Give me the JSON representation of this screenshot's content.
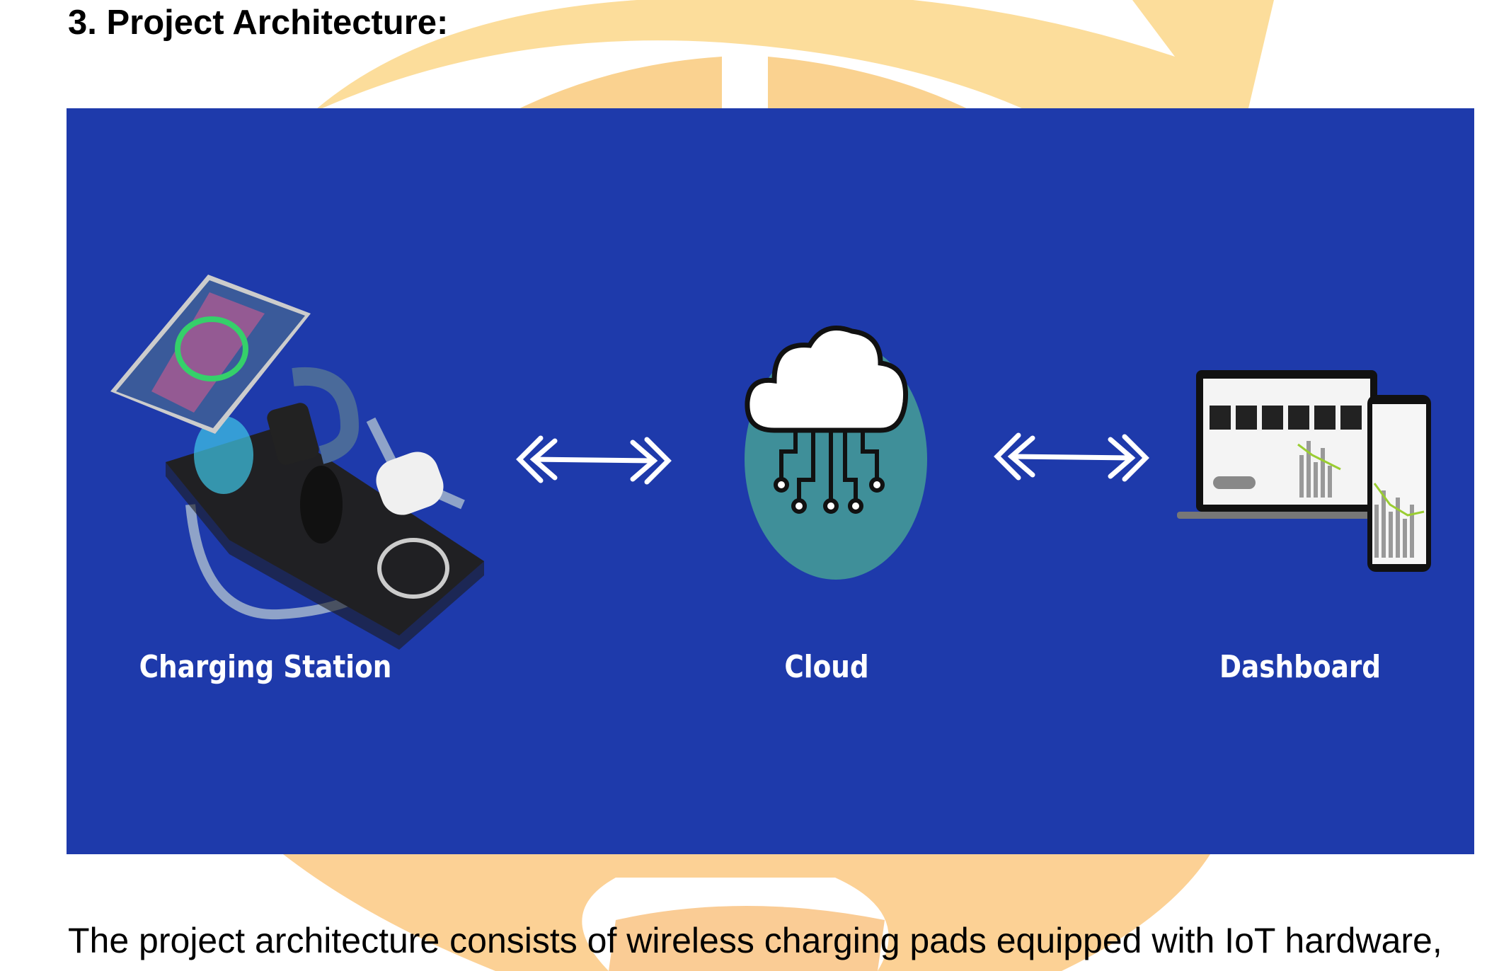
{
  "heading": "3. Project Architecture:",
  "diagram": {
    "nodes": [
      {
        "label": "Charging Station",
        "icon": "charging-station-icon"
      },
      {
        "label": "Cloud",
        "icon": "cloud-circuit-icon"
      },
      {
        "label": "Dashboard",
        "icon": "dashboard-devices-icon"
      }
    ],
    "background_color": "#1e3aab",
    "cloud_circle_color": "#3f8f99"
  },
  "body_text": "The project architecture consists of wireless charging pads equipped with IoT hardware,"
}
